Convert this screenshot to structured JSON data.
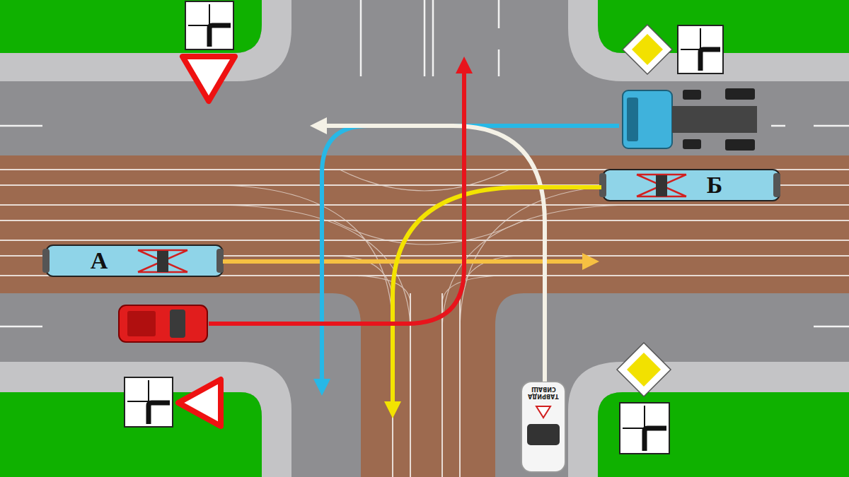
{
  "diagram": {
    "nodes": [
      {
        "text": [
          "А"
        ]
      },
      {
        "text": [
          "Б"
        ]
      }
    ],
    "labels": [
      "ТАВРИДА",
      "СИВАШ"
    ]
  }
}
